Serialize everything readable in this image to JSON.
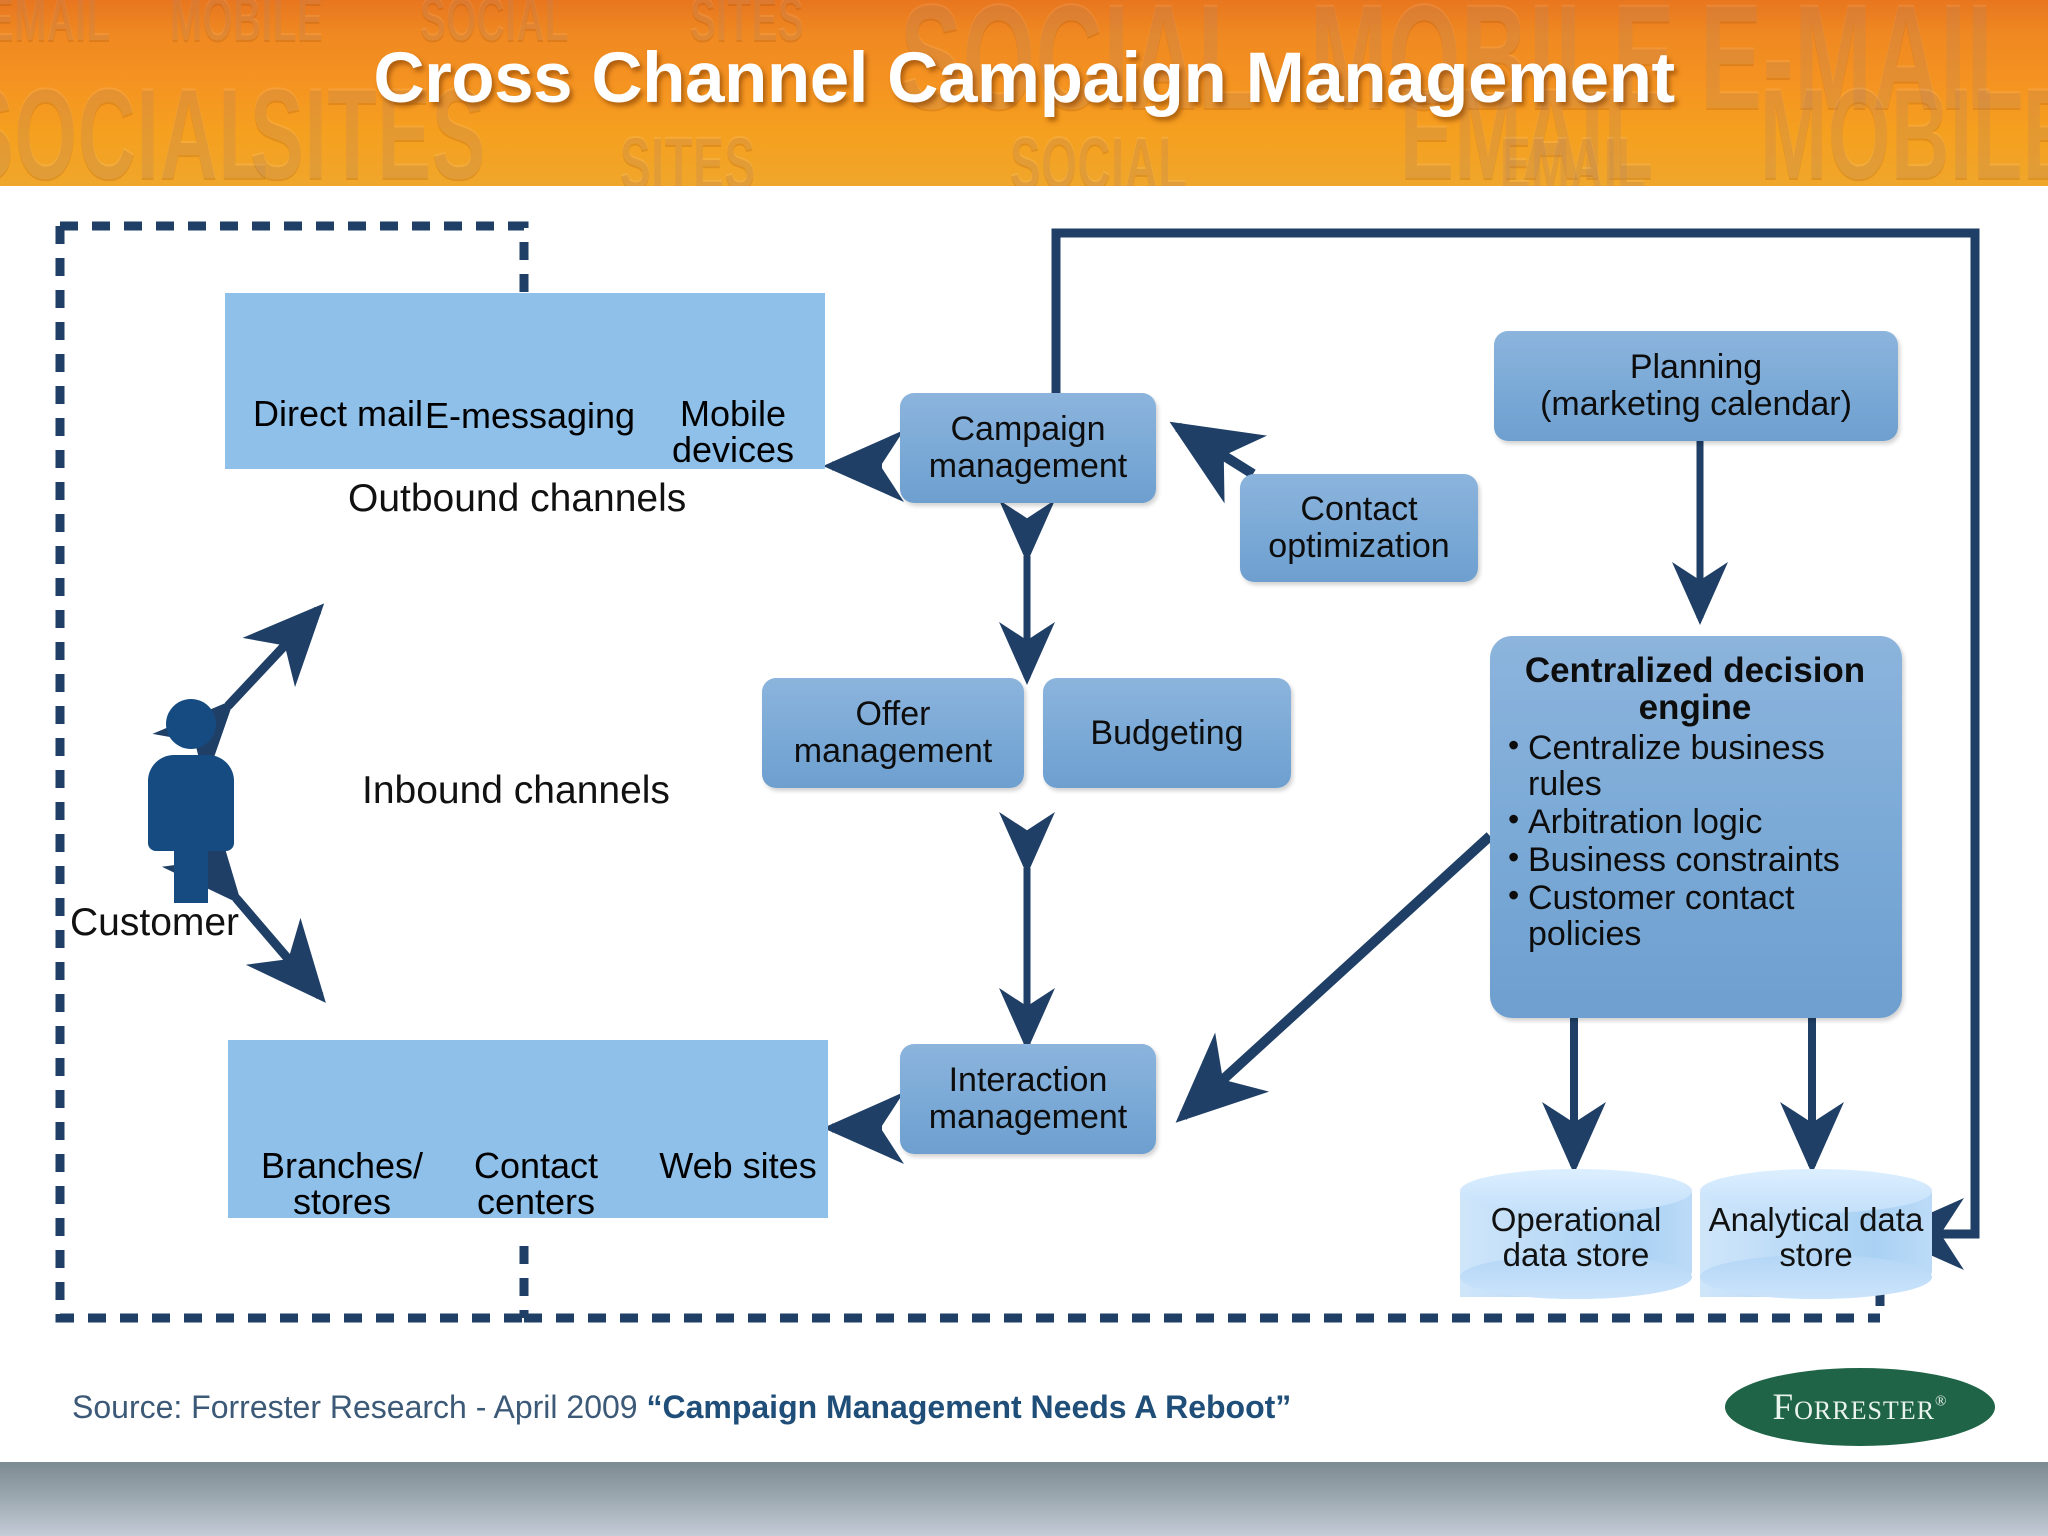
{
  "header": {
    "title": "Cross Channel Campaign Management",
    "watermark_words": [
      "EMAIL",
      "MOBILE",
      "SOCIAL",
      "SITES",
      "SOCIAL",
      "MOBILE",
      "E-MAIL",
      "SOCIAL",
      "SITES",
      "EMAIL",
      "MOBILE",
      "SITES",
      "SOCIAL",
      "EMAIL"
    ],
    "accent_color": "#f3941d"
  },
  "diagram": {
    "customer": {
      "label": "Customer"
    },
    "outbound": {
      "group_label": "Outbound channels",
      "channels": [
        {
          "label_line1": "Direct",
          "label_line2": "mail",
          "icon": "envelope-icon"
        },
        {
          "label_line1": "E-messaging",
          "label_line2": "",
          "icon": "at-sign-icon"
        },
        {
          "label_line1": "Mobile",
          "label_line2": "devices",
          "icon": "mobile-phone-icon"
        }
      ]
    },
    "inbound": {
      "group_label": "Inbound channels",
      "channels": [
        {
          "label_line1": "Branches/",
          "label_line2": "stores",
          "icon": "storefront-icon"
        },
        {
          "label_line1": "Contact",
          "label_line2": "centers",
          "icon": "telephone-icon"
        },
        {
          "label_line1": "Web sites",
          "label_line2": "",
          "icon": "browser-window-icon"
        }
      ]
    },
    "boxes": {
      "campaign_management": {
        "line1": "Campaign",
        "line2": "management"
      },
      "offer_management": {
        "line1": "Offer",
        "line2": "management"
      },
      "budgeting": {
        "line1": "Budgeting",
        "line2": ""
      },
      "interaction_management": {
        "line1": "Interaction",
        "line2": "management"
      },
      "contact_optimization": {
        "line1": "Contact",
        "line2": "optimization"
      },
      "planning": {
        "line1": "Planning",
        "line2": "(marketing calendar)"
      },
      "decision_engine": {
        "title_line1": "Centralized decision",
        "title_line2": "engine",
        "bullets": [
          "Centralize business rules",
          "Arbitration logic",
          "Business constraints",
          "Customer contact policies"
        ]
      }
    },
    "data_stores": [
      {
        "line1": "Operational",
        "line2": "data store"
      },
      {
        "line1": "Analytical",
        "line2": "data store"
      }
    ],
    "colors": {
      "box_fill": "#7aa9d6",
      "panel_fill": "#8fc0e9",
      "arrow": "#1f3f66",
      "cylinder_fill": "#bedcf7"
    }
  },
  "footer": {
    "source_prefix": "Source: Forrester Research - April 2009 ",
    "source_quote": "“Campaign Management Needs A Reboot”",
    "logo_text": "Forrester",
    "logo_mark": "®"
  }
}
